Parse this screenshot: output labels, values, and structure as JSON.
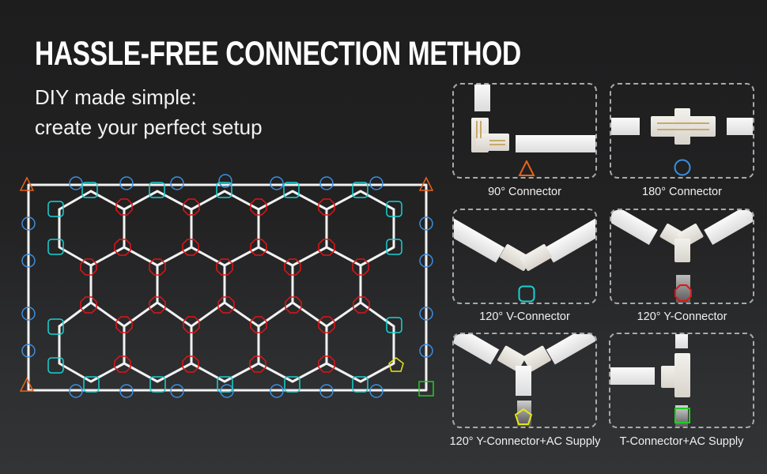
{
  "header": {
    "title": "HASSLE-FREE CONNECTION METHOD",
    "subtitle_line1": "DIY made simple:",
    "subtitle_line2": "create your perfect setup"
  },
  "colors": {
    "background": "#222223",
    "frame": "#f5f5f5",
    "connector_90": "#e8621c",
    "connector_180": "#3b8fe0",
    "connector_120v": "#19d1d1",
    "connector_120y": "#e01515",
    "connector_120y_ac": "#e6e61a",
    "connector_t_ac": "#22cc22",
    "card_border": "#a9a9a9"
  },
  "connectors": [
    {
      "label": "90° Connector",
      "icon": "triangle-icon",
      "color": "#e8621c"
    },
    {
      "label": "180° Connector",
      "icon": "circle-icon",
      "color": "#3b8fe0"
    },
    {
      "label": "120° V-Connector",
      "icon": "rounded-square-icon",
      "color": "#19d1d1"
    },
    {
      "label": "120° Y-Connector",
      "icon": "octagon-icon",
      "color": "#e01515"
    },
    {
      "label": "120° Y-Connector+AC Supply",
      "icon": "pentagon-icon",
      "color": "#e6e61a"
    },
    {
      "label": "T-Connector+AC Supply",
      "icon": "square-icon",
      "color": "#22cc22"
    }
  ]
}
